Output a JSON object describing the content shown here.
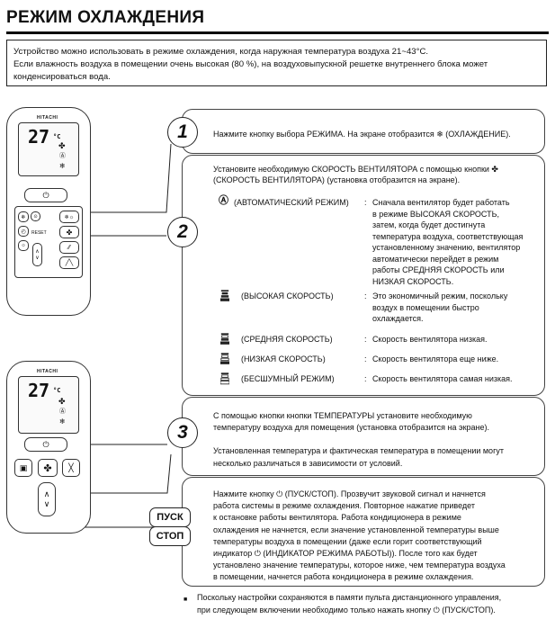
{
  "title": "РЕЖИМ ОХЛАЖДЕНИЯ",
  "intro": {
    "line1": "Устройство можно использовать в режиме охлаждения, когда наружная температура воздуха 21~43°C.",
    "line2": "Если влажность воздуха в помещении очень высокая (80 %), на воздуховыпускной решетке внутреннего блока может",
    "line3": "конденсироваться вода."
  },
  "remote": {
    "brand": "HITACHI",
    "display_value": "27",
    "display_unit": "°C",
    "reset_label": "RESET",
    "power_glyph": "⏻"
  },
  "steps": [
    {
      "number": "1",
      "text": "Нажмите кнопку выбора РЕЖИМА. На экране отобразится  ❄  (ОХЛАЖДЕНИЕ)."
    },
    {
      "number": "2",
      "heading1": "Установите необходимую СКОРОСТЬ ВЕНТИЛЯТОРА с помощью кнопки  ✤",
      "heading2": "(СКОРОСТЬ ВЕНТИЛЯТОРА) (установка отобразится на экране).",
      "auto_label": "(АВТОМАТИЧЕСКИЙ РЕЖИМ)",
      "auto_desc": [
        "Сначала вентилятор будет работать",
        "в режиме ВЫСОКАЯ СКОРОСТЬ,",
        "затем, когда будет достигнута",
        "температура воздуха, соответствующая",
        "установленному значению, вентилятор",
        "автоматически перейдет в режим",
        "работы СРЕДНЯЯ СКОРОСТЬ или",
        "НИЗКАЯ СКОРОСТЬ."
      ],
      "high_label": "(ВЫСОКАЯ СКОРОСТЬ)",
      "high_desc": [
        "Это экономичный режим, поскольку",
        "воздух в помещении быстро",
        "охлаждается."
      ],
      "mid_label": "(СРЕДНЯЯ СКОРОСТЬ)",
      "mid_desc": "Скорость вентилятора низкая.",
      "low_label": "(НИЗКАЯ СКОРОСТЬ)",
      "low_desc": "Скорость вентилятора еще ниже.",
      "silent_label": "(БЕСШУМНЫЙ РЕЖИМ)",
      "silent_desc": "Скорость вентилятора самая низкая.",
      "colon": ":"
    },
    {
      "number": "3",
      "p1": [
        "С помощью кнопки кнопки ТЕМПЕРАТУРЫ установите необходимую",
        "температуру воздуха для помещения (установка отобразится на экране)."
      ],
      "p2": [
        "Установленная температура и фактическая температура в помещении могут",
        "несколько различаться в зависимости от условий."
      ]
    },
    {
      "lines": [
        "Нажмите кнопку  ⏻  (ПУСК/СТОП). Прозвучит звуковой сигнал и начнется",
        "работа системы в режиме охлаждения. Повторное нажатие приведет",
        "к остановке работы вентилятора. Работа кондиционера в режиме",
        "охлаждения не начнется, если значение установленной температуры выше",
        "температуры воздуха в помещении (даже если горит соответствующий",
        "индикатор  ⏻  (ИНДИКАТОР РЕЖИМА РАБОТЫ)). После того как будет",
        "установлено значение температуры, которое ниже, чем температура воздуха",
        "в помещении, начнется работа кондиционера в режиме охлаждения."
      ]
    }
  ],
  "start_stop": {
    "label1": "ПУСК",
    "label2": "СТОП"
  },
  "note": {
    "bullet": "■",
    "line1": "Поскольку настройки сохраняются в памяти пульта дистанционного управления,",
    "line2": "при следующем включении необходимо только нажать кнопку  ⏻  (ПУСК/СТОП)."
  }
}
